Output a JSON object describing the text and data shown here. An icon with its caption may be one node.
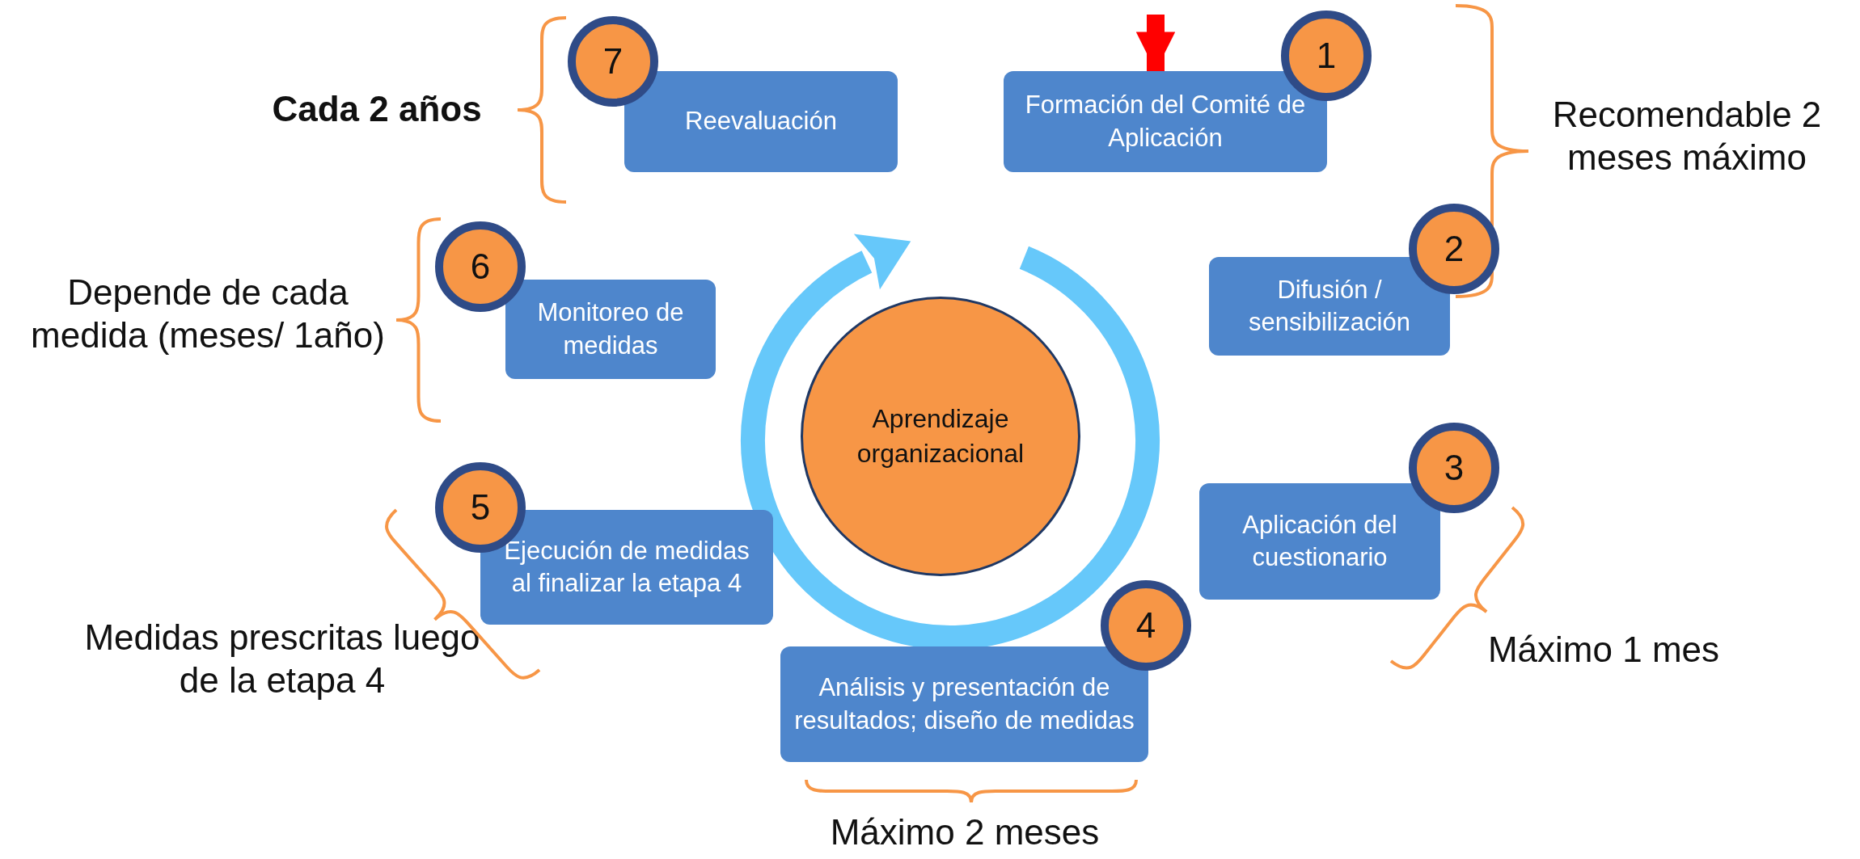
{
  "diagram": {
    "nodes": [
      {
        "text": [
          "7"
        ]
      },
      {
        "text": [
          "Reevaluación"
        ]
      },
      {
        "text": [
          "1"
        ]
      },
      {
        "text": [
          "Formación del Comité de Aplicación"
        ]
      },
      {
        "text": [
          "2"
        ]
      },
      {
        "text": [
          "Difusión / sensibilización"
        ]
      },
      {
        "text": [
          "6"
        ]
      },
      {
        "text": [
          "Monitoreo de medidas"
        ]
      },
      {
        "text": [
          "Aprendizaje organizacional"
        ]
      },
      {
        "text": [
          "3"
        ]
      },
      {
        "text": [
          "Aplicación del cuestionario"
        ]
      },
      {
        "text": [
          "5"
        ]
      },
      {
        "text": [
          "Ejecución de medidas al finalizar la etapa 4"
        ]
      },
      {
        "text": [
          "4"
        ]
      },
      {
        "text": [
          "Análisis y presentación de resultados; diseño de medidas"
        ]
      }
    ],
    "edges": [
      {
        "from": null,
        "to": 3,
        "arrow": "to"
      }
    ],
    "labels": [
      "Cada 2 años",
      "Recomendable 2 meses máximo",
      "Depende de cada medida (meses/ 1año)",
      "Medidas prescritas luego de la etapa 4",
      "Máximo 1 mes",
      "Máximo 2 meses"
    ]
  }
}
